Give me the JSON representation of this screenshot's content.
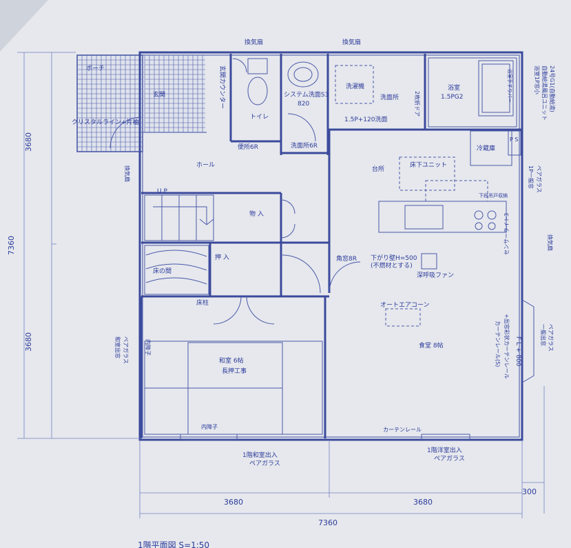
{
  "dimensions": {
    "left_total": "7360",
    "left_upper": "3680",
    "left_lower": "3680",
    "bottom_left": "3680",
    "bottom_right": "3680",
    "bottom_total": "7360",
    "offset": "300"
  },
  "labels": {
    "porch": "ポーチ",
    "crystal_line": "クリスタルライン+片袖",
    "genkan": "玄関",
    "genkan_counter": "玄関カウンター",
    "toilet": "トイレ",
    "toilet_window": "便所6R",
    "vent_top1": "換気扇",
    "vent_top2": "換気扇",
    "washbasin": "システム洗面S3",
    "washbasin_size": "820",
    "washroom_window": "洗面所6R",
    "dryer": "洗濯機",
    "washroom": "洗面所",
    "two_door": "2枚折ドア",
    "wash_spec": "1.5P+120洗面",
    "bath": "浴室",
    "bath_size": "1.5PG2",
    "bath_bar": "浴室手すりバー",
    "bath_note1": "浴室1P窓小",
    "bath_note2": "自動給湯風呂ユニット",
    "bath_note3": "24号G1(自動給湯)",
    "ps": "P S",
    "fridge": "冷蔵庫",
    "kitchen": "台所",
    "underfloor": "床下ユニット",
    "kitchen_note": "下段吊戸収納",
    "kitchen_window": "1P一般窓",
    "pair_glass1": "ペアガラス",
    "vent_right": "換気扇",
    "hall": "ホール",
    "vent_left": "換気扇",
    "up": "U P",
    "storage": "物 入",
    "corner_window": "角窓8R",
    "drop_wall": "下がり壁H=500",
    "drop_wall_note": "(不燃材とする)",
    "range_fan": "深呼吸ファン",
    "closet": "押 入",
    "tokonoma": "床の間",
    "tokobashira": "床柱",
    "aircon": "オートエアコーン",
    "sensor_light": "センサーライト3",
    "washitsu_window": "和室出窓",
    "pair_glass2": "ペアガラス",
    "inner_shoji1": "内障子",
    "washitsu": "和室 6帖",
    "nageshi": "長押工事",
    "dining": "食堂 8帖",
    "curtain_rail1": "カーテンレール(S)",
    "curtain_rail2": "+出窓彩状カーテンレール",
    "bay_window": "一般出窓",
    "pair_glass3": "ペアガラス",
    "fl": "F L + 800",
    "inner_shoji2": "内障子",
    "curtain_rail3": "カーテンレール",
    "bottom_win1a": "1階和室出入",
    "bottom_win1b": "ペアガラス",
    "bottom_win2a": "1階洋室出入",
    "bottom_win2b": "ペアガラス",
    "title": "1階平面図 S=1:50"
  }
}
